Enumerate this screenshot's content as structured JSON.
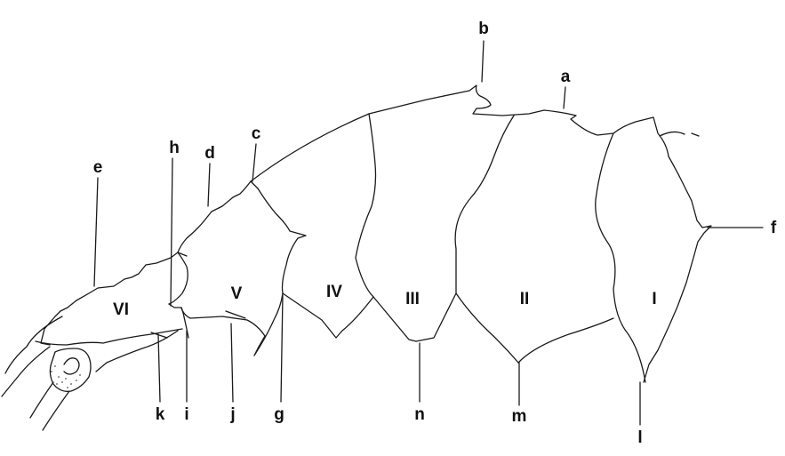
{
  "diagram": {
    "segments": [
      {
        "id": "I",
        "label": "I"
      },
      {
        "id": "II",
        "label": "II"
      },
      {
        "id": "III",
        "label": "III"
      },
      {
        "id": "IV",
        "label": "IV"
      },
      {
        "id": "V",
        "label": "V"
      },
      {
        "id": "VI",
        "label": "VI"
      }
    ],
    "callouts": {
      "a": "a",
      "b": "b",
      "c": "c",
      "d": "d",
      "e": "e",
      "f": "f",
      "g": "g",
      "h": "h",
      "i": "i",
      "j": "j",
      "k": "k",
      "l": "l",
      "m": "m",
      "n": "n"
    },
    "colors": {
      "ink": "#1a1a1a",
      "background": "#ffffff"
    }
  }
}
